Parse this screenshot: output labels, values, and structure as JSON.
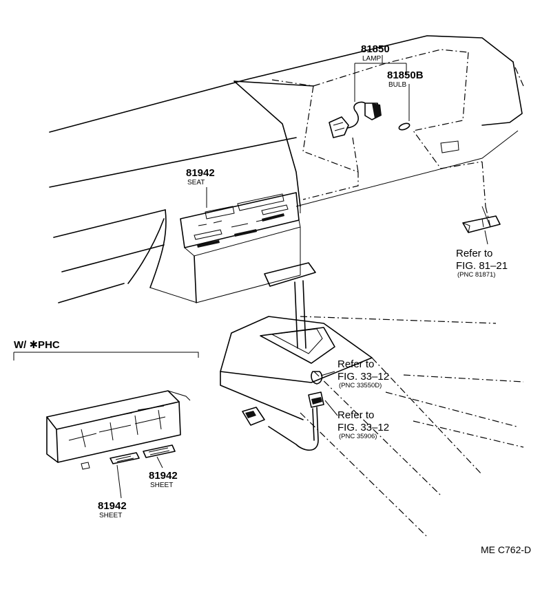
{
  "callouts": {
    "lamp": {
      "part_no": "81850",
      "name": "LAMP"
    },
    "bulb": {
      "part_no": "81850B",
      "name": "BULB"
    },
    "seat": {
      "part_no": "81942",
      "name": "SEAT"
    },
    "sheet_right": {
      "part_no": "81942",
      "name": "SHEET"
    },
    "sheet_left": {
      "part_no": "81942",
      "name": "SHEET"
    }
  },
  "references": [
    {
      "line1": "Refer to",
      "line2": "FIG. 81–21",
      "pnc": "(PNC 81871)"
    },
    {
      "line1": "Refer to",
      "line2": "FIG. 33–12",
      "pnc": "(PNC 33550D)"
    },
    {
      "line1": "Refer to",
      "line2": "FIG. 33–12",
      "pnc": "(PNC 35906)"
    }
  ],
  "variant_label": "W/ ✱PHC",
  "figure_code": "ME C762-D"
}
